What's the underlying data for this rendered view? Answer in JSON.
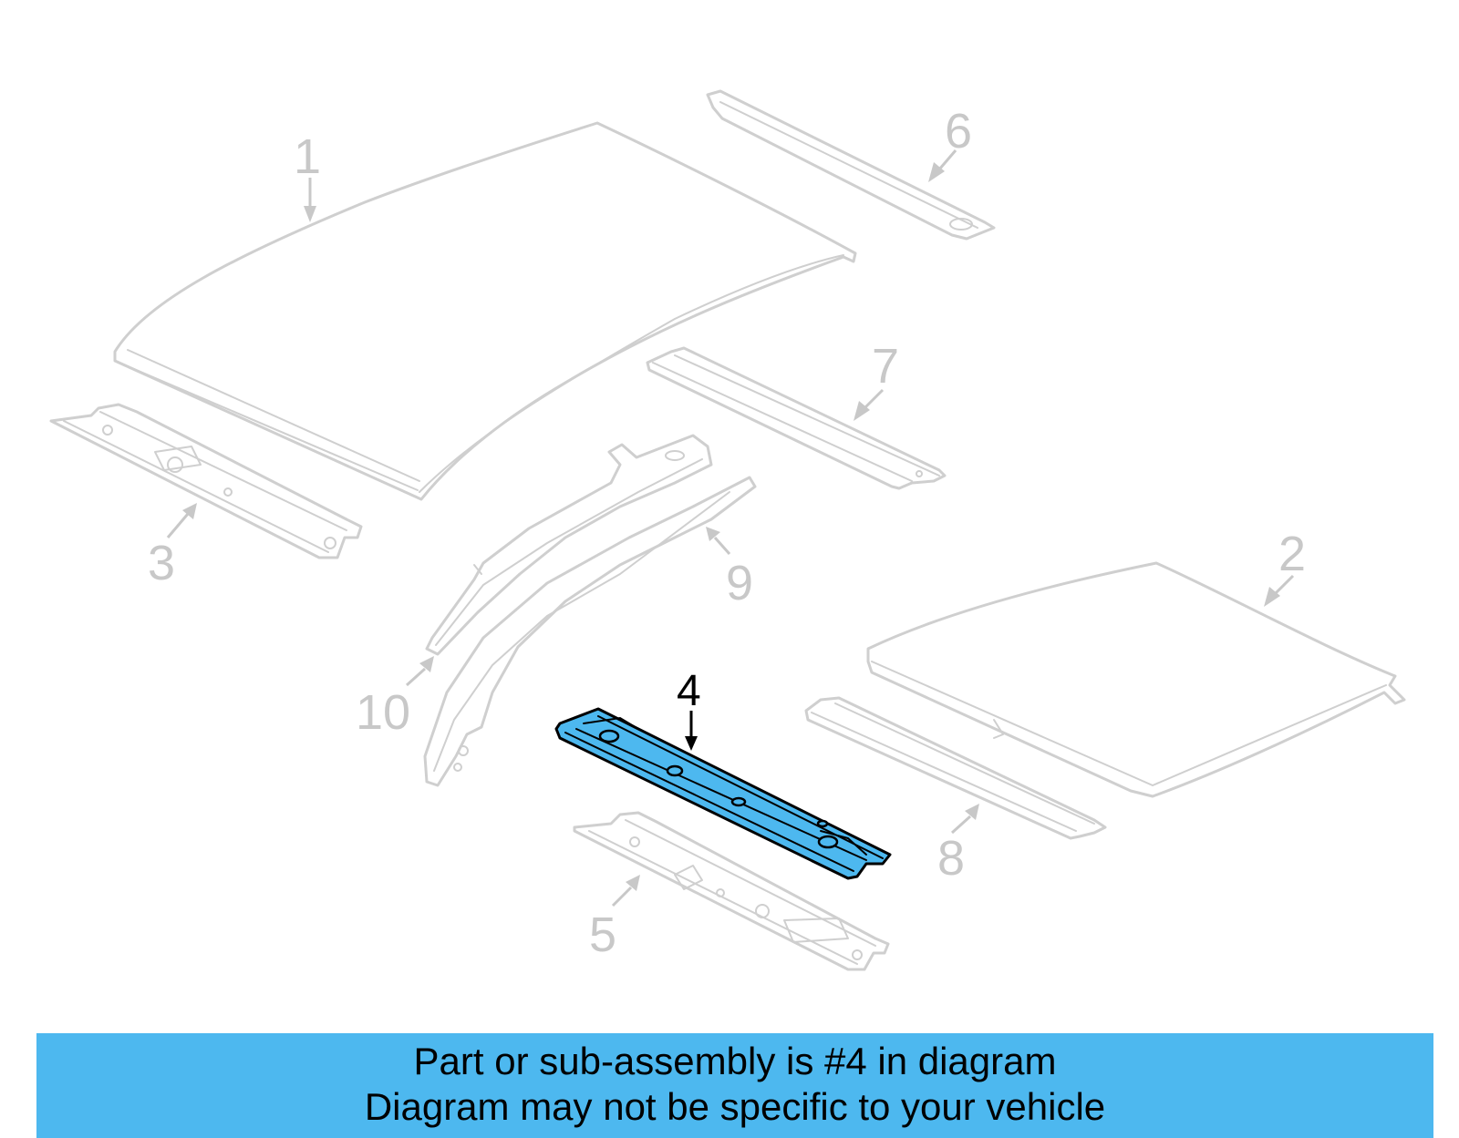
{
  "diagram": {
    "callouts": {
      "c1": "1",
      "c2": "2",
      "c3": "3",
      "c4": "4",
      "c5": "5",
      "c6": "6",
      "c7": "7",
      "c8": "8",
      "c9": "9",
      "c10": "10"
    },
    "highlighted_part": "4",
    "colors": {
      "highlight": "#4db8ef",
      "parts": "#cfcfcf",
      "callout_gray": "#c8c8c8",
      "banner": "#4db8ef"
    }
  },
  "banner": {
    "line1": "Part or sub-assembly is #4 in diagram",
    "line2": "Diagram may not be specific to your vehicle"
  }
}
